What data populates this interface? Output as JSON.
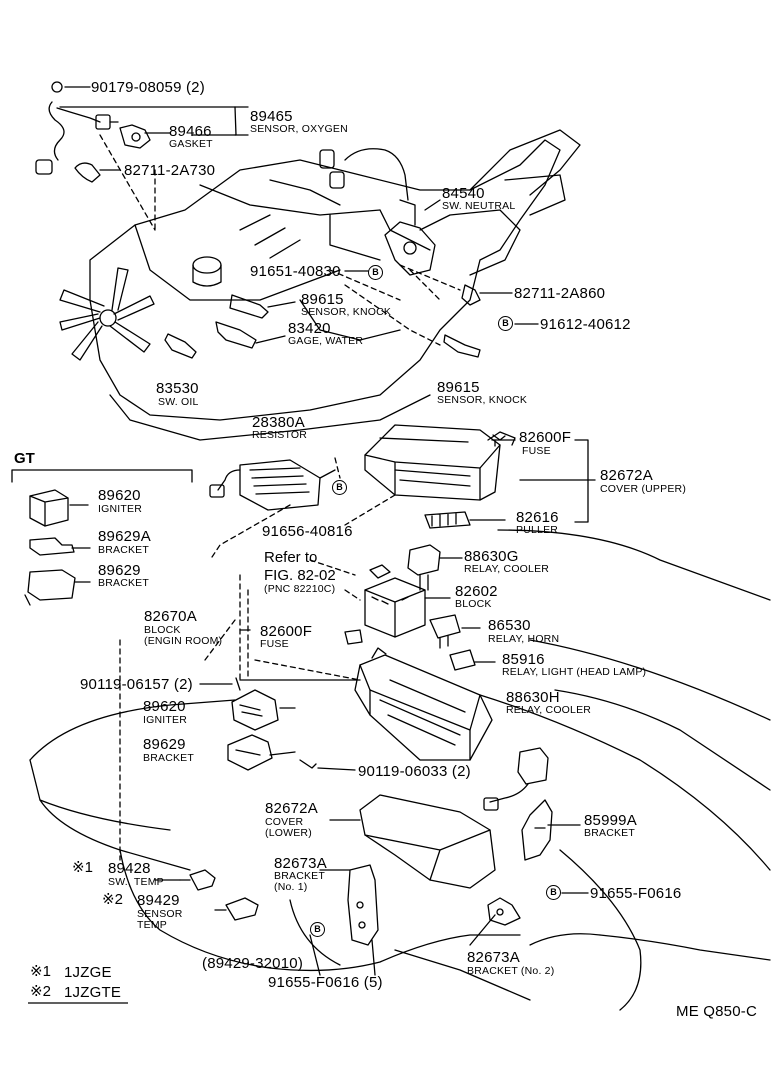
{
  "figure_code": "ME Q850-C",
  "circle_marker": "B",
  "legend": {
    "note1_mark": "※1",
    "note1_text": "1JZGE",
    "note2_mark": "※2",
    "note2_text": "1JZGTE"
  },
  "gt_label": "GT",
  "refer": {
    "line1": "Refer to",
    "line2": "FIG. 82-02",
    "line3": "(PNC 82210C)"
  },
  "parts": [
    {
      "id": "p1",
      "pn": "90179-08059 (2)",
      "desc": ""
    },
    {
      "id": "p2",
      "pn": "89465",
      "desc": "SENSOR, OXYGEN"
    },
    {
      "id": "p3",
      "pn": "89466",
      "desc": "GASKET"
    },
    {
      "id": "p4",
      "pn": "82711-2A730",
      "desc": ""
    },
    {
      "id": "p5",
      "pn": "84540",
      "desc": "SW. NEUTRAL"
    },
    {
      "id": "p6",
      "pn": "91651-40830",
      "desc": ""
    },
    {
      "id": "p7",
      "pn": "82711-2A860",
      "desc": ""
    },
    {
      "id": "p8",
      "pn": "89615",
      "desc": "SENSOR, KNOCK"
    },
    {
      "id": "p9",
      "pn": "91612-40612",
      "desc": ""
    },
    {
      "id": "p10",
      "pn": "83420",
      "desc": "GAGE, WATER"
    },
    {
      "id": "p11",
      "pn": "83530",
      "desc": "SW. OIL"
    },
    {
      "id": "p12",
      "pn": "89615",
      "desc": "SENSOR, KNOCK"
    },
    {
      "id": "p13",
      "pn": "28380A",
      "desc": "RESISTOR"
    },
    {
      "id": "p14",
      "pn": "82600F",
      "desc": "FUSE"
    },
    {
      "id": "p15",
      "pn": "82672A",
      "desc": "COVER (UPPER)"
    },
    {
      "id": "p16",
      "pn": "89620",
      "desc": "IGNITER"
    },
    {
      "id": "p17",
      "pn": "91656-40816",
      "desc": ""
    },
    {
      "id": "p18",
      "pn": "82616",
      "desc": "PULLER"
    },
    {
      "id": "p19",
      "pn": "89629A",
      "desc": "BRACKET"
    },
    {
      "id": "p20",
      "pn": "89629",
      "desc": "BRACKET"
    },
    {
      "id": "p21",
      "pn": "88630G",
      "desc": "RELAY, COOLER"
    },
    {
      "id": "p22",
      "pn": "82602",
      "desc": "BLOCK"
    },
    {
      "id": "p23",
      "pn": "82670A",
      "desc": "BLOCK"
    },
    {
      "id": "p24",
      "pn": "82600F",
      "desc": "FUSE"
    },
    {
      "id": "p25",
      "pn": "86530",
      "desc": "RELAY, HORN"
    },
    {
      "id": "p26",
      "pn": "85916",
      "desc": "RELAY, LIGHT (HEAD LAMP)"
    },
    {
      "id": "p27",
      "pn": "90119-06157 (2)",
      "desc": ""
    },
    {
      "id": "p28",
      "pn": "88630H",
      "desc": "RELAY, COOLER"
    },
    {
      "id": "p29",
      "pn": "89620",
      "desc": "IGNITER"
    },
    {
      "id": "p30",
      "pn": "89629",
      "desc": "BRACKET"
    },
    {
      "id": "p31",
      "pn": "90119-06033 (2)",
      "desc": ""
    },
    {
      "id": "p32",
      "pn": "82672A",
      "desc": "COVER"
    },
    {
      "id": "p33",
      "pn": "85999A",
      "desc": "BRACKET"
    },
    {
      "id": "p34",
      "pn": "89428",
      "desc": "SW., TEMP"
    },
    {
      "id": "p35",
      "pn": "82673A",
      "desc": "BRACKET"
    },
    {
      "id": "p36",
      "pn": "91655-F0616",
      "desc": ""
    },
    {
      "id": "p37",
      "pn": "89429",
      "desc": "SENSOR"
    },
    {
      "id": "p38",
      "pn": "(89429-32010)",
      "desc": ""
    },
    {
      "id": "p39",
      "pn": "91655-F0616 (5)",
      "desc": ""
    },
    {
      "id": "p40",
      "pn": "82673A",
      "desc": "BRACKET (No. 2)"
    }
  ],
  "extra": {
    "block_room": "(ENGIN ROOM)",
    "cover_lower": "(LOWER)",
    "bracket_no1": "(No. 1)",
    "sensor_temp": "TEMP",
    "oil_sw": "SW. OIL"
  }
}
